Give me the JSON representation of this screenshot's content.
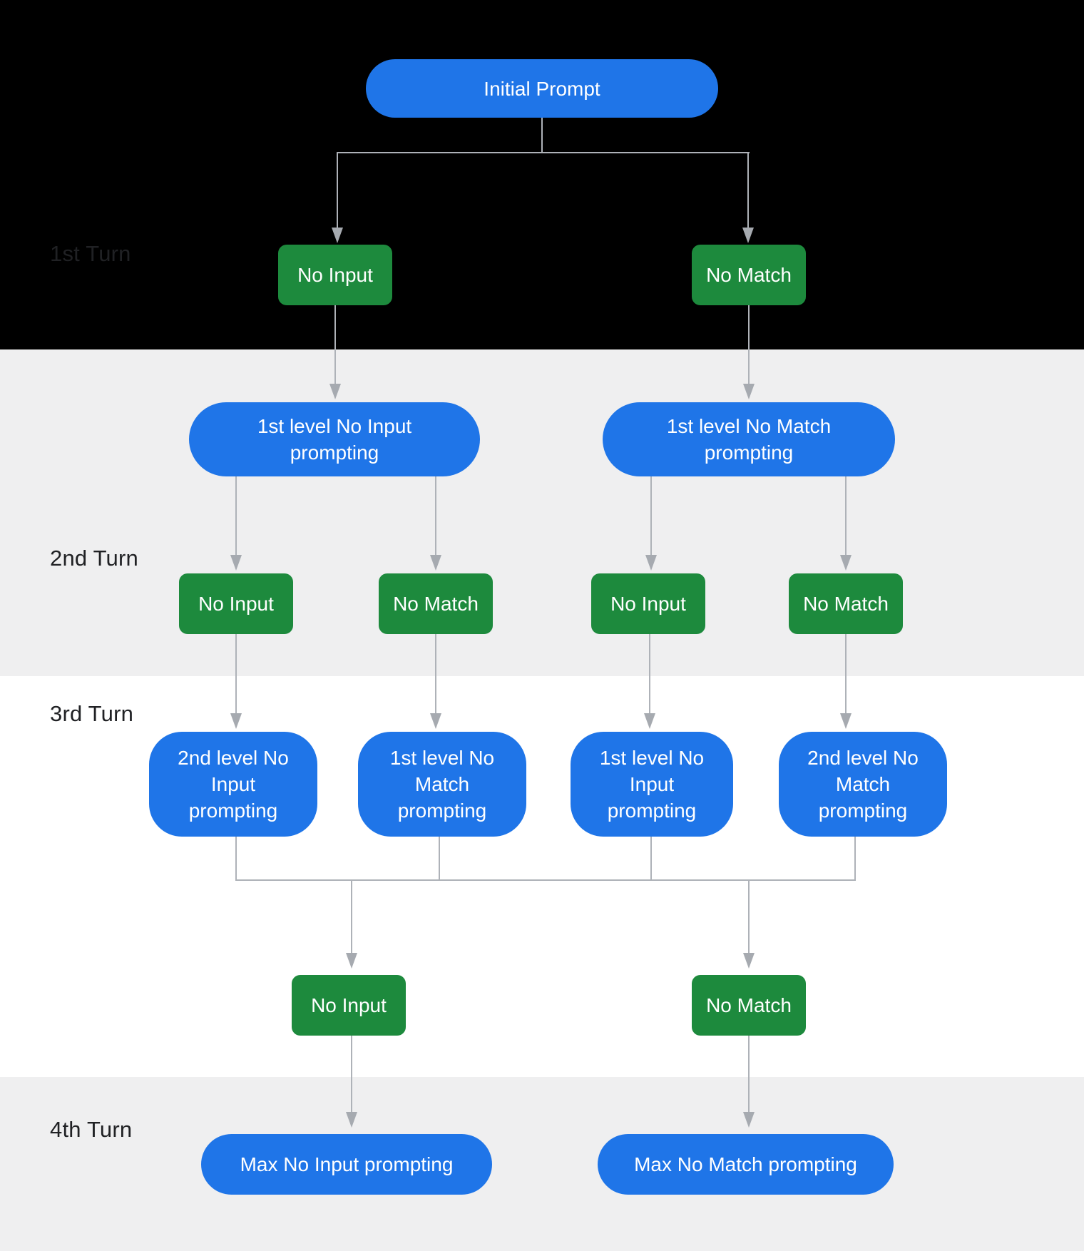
{
  "diagram": {
    "turn_labels": [
      "1st Turn",
      "2nd Turn",
      "3rd Turn",
      "4th Turn"
    ],
    "nodes": {
      "initial_prompt": "Initial Prompt",
      "turn1_no_input": "No Input",
      "turn1_no_match": "No Match",
      "level1_no_input_pill": "1st level No Input prompting",
      "level1_no_match_pill": "1st level No Match prompting",
      "turn2_no_input_left": "No Input",
      "turn2_no_match_left": "No Match",
      "turn2_no_input_right": "No Input",
      "turn2_no_match_right": "No Match",
      "level2_no_input_box": "2nd level No Input prompting",
      "level1_no_match_box": "1st level No Match prompting",
      "level1_no_input_box": "1st level No Input prompting",
      "level2_no_match_box": "2nd level No Match prompting",
      "turn3_no_input": "No Input",
      "turn3_no_match": "No Match",
      "max_no_input_pill": "Max No Input prompting",
      "max_no_match_pill": "Max No Match prompting"
    },
    "colors": {
      "node_blue": "#1f75e8",
      "node_green": "#1d8a3d",
      "connector_line": "#aeb2b8",
      "connector_arrowhead": "#a6aab0",
      "band_black": "#000000",
      "band_gray": "#efeff0",
      "band_white": "#ffffff",
      "turn_label_text": "#202124",
      "node_text": "#ffffff"
    }
  }
}
